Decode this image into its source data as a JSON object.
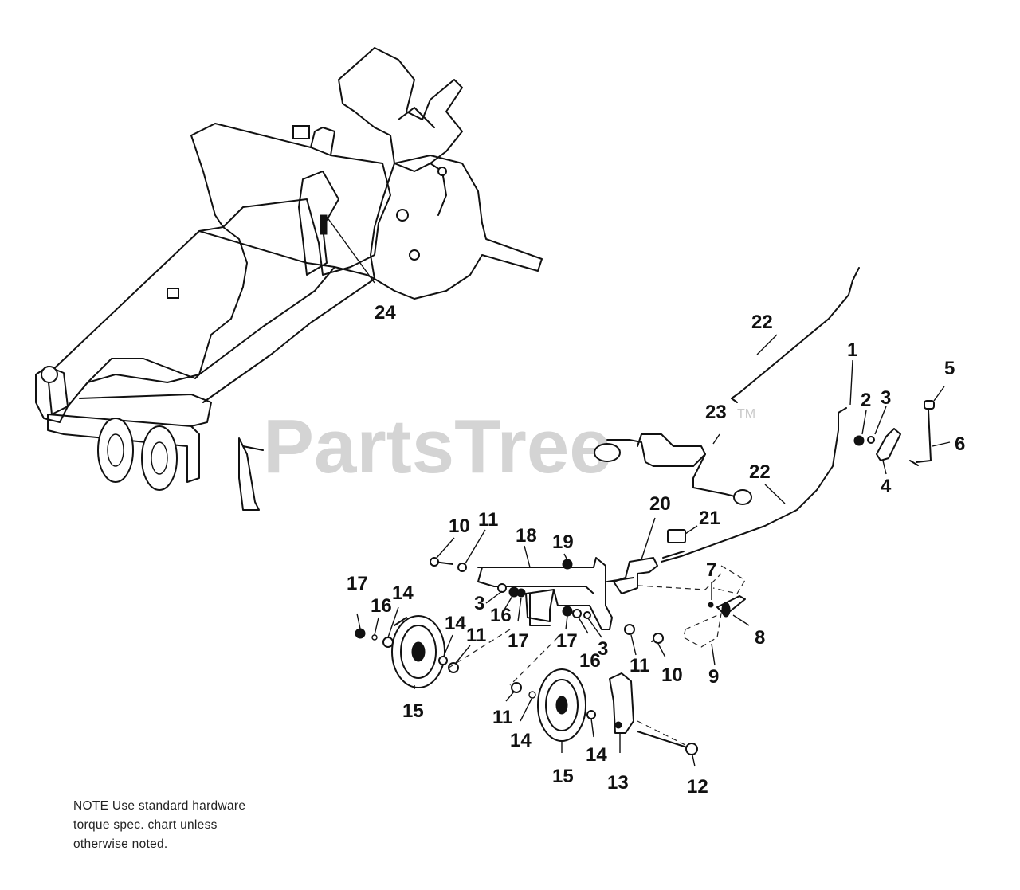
{
  "watermark": {
    "text": "PartsTree",
    "trademark": "TM"
  },
  "note": {
    "line1": "NOTE  Use standard hardware",
    "line2": "torque spec. chart unless",
    "line3": "otherwise noted."
  },
  "callouts": {
    "c1": "1",
    "c2": "2",
    "c3a": "3",
    "c3b": "3",
    "c3c": "3",
    "c4": "4",
    "c5": "5",
    "c6": "6",
    "c7": "7",
    "c8": "8",
    "c9": "9",
    "c10a": "10",
    "c10b": "10",
    "c11a": "11",
    "c11b": "11",
    "c11c": "11",
    "c11d": "11",
    "c12": "12",
    "c13": "13",
    "c14a": "14",
    "c14b": "14",
    "c14c": "14",
    "c14d": "14",
    "c15a": "15",
    "c15b": "15",
    "c16a": "16",
    "c16b": "16",
    "c16c": "16",
    "c17a": "17",
    "c17b": "17",
    "c17c": "17",
    "c18": "18",
    "c19": "19",
    "c20": "20",
    "c21": "21",
    "c22a": "22",
    "c22b": "22",
    "c23": "23",
    "c24": "24"
  }
}
